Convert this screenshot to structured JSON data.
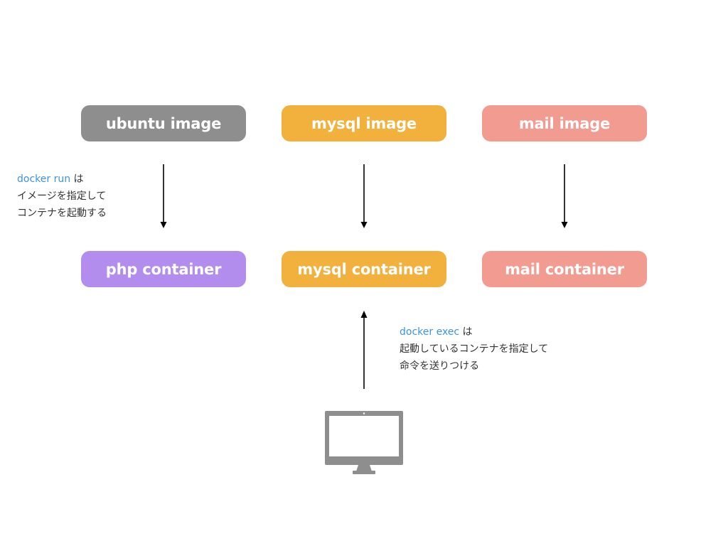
{
  "colors": {
    "ubuntu": "#8e8e8e",
    "mysql": "#f2b13d",
    "mail": "#f29b90",
    "php": "#b28ded",
    "command_text": "#3b93e6",
    "arrow": "#000000",
    "monitor": "#8e8e8e"
  },
  "images": {
    "ubuntu": "ubuntu image",
    "mysql": "mysql image",
    "mail": "mail image"
  },
  "containers": {
    "php": "php container",
    "mysql": "mysql container",
    "mail": "mail container"
  },
  "notes": {
    "run": {
      "command": "docker run",
      "suffix": " は",
      "line2": "イメージを指定して",
      "line3": "コンテナを起動する"
    },
    "exec": {
      "command": "docker exec",
      "suffix": " は",
      "line2": "起動しているコンテナを指定して",
      "line3": "命令を送りつける"
    }
  },
  "icons": {
    "computer": "desktop-monitor-icon"
  }
}
